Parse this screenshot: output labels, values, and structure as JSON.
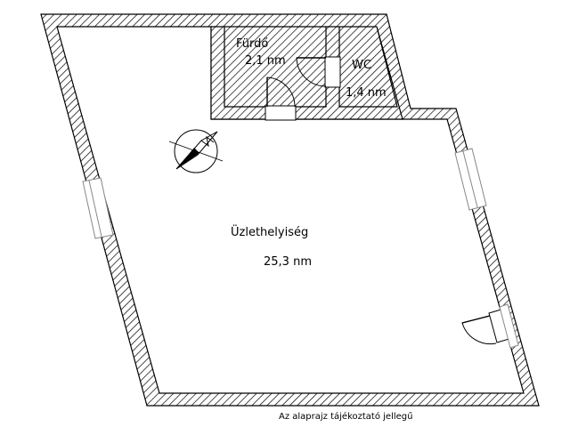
{
  "rooms": {
    "bath": {
      "name": "Fürdő",
      "area": "2,1 nm"
    },
    "wc": {
      "name": "WC",
      "area": "1,4 nm"
    },
    "shop": {
      "name": "Üzlethelyiség",
      "area": "25,3 nm"
    }
  },
  "footnote": "Az alaprajz tájékoztató jellegű",
  "colors": {
    "wall_stroke": "#000000",
    "hatch": "#000000",
    "window": "#888888",
    "background": "#ffffff"
  },
  "icons": {
    "compass": "north-arrow-icon"
  }
}
